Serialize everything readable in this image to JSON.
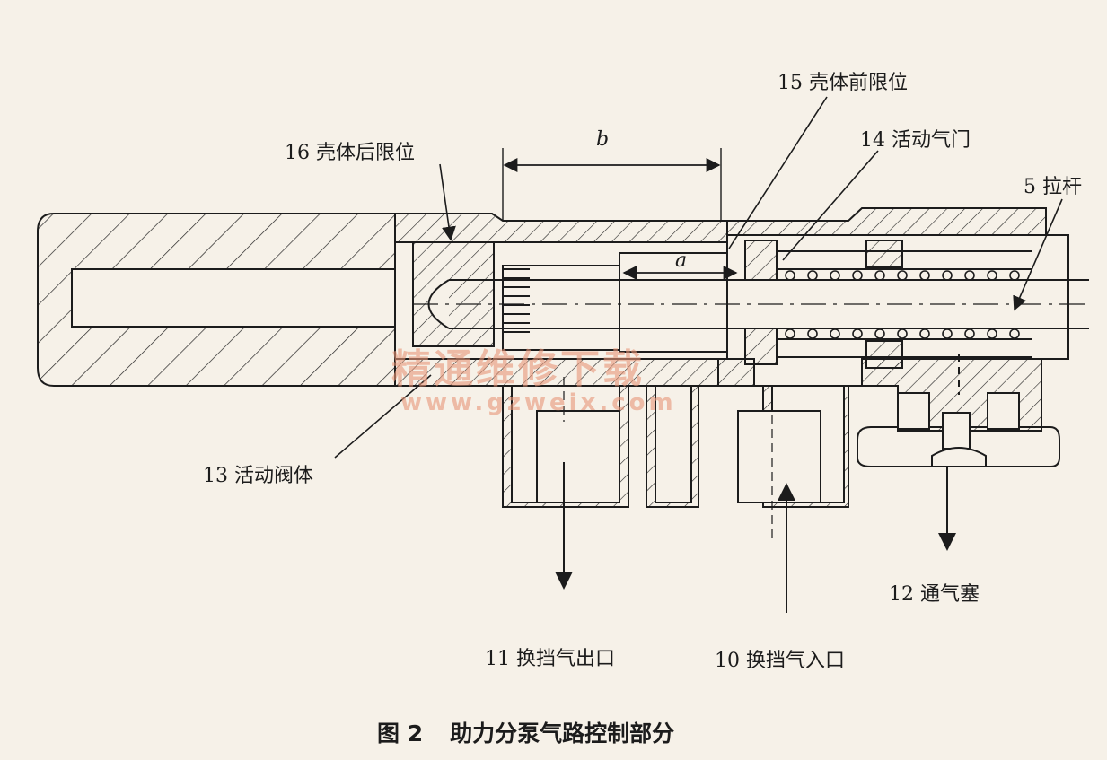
{
  "labels": {
    "front_limit": "15 壳体前限位",
    "rear_limit": "16 壳体后限位",
    "movable_valve": "14 活动气门",
    "pull_rod": "5 拉杆",
    "movable_valve_body": "13 活动阀体",
    "vent_plug": "12 通气塞",
    "shift_air_outlet": "11 换挡气出口",
    "shift_air_inlet": "10 换挡气入口"
  },
  "dimensions": {
    "a": "a",
    "b": "b"
  },
  "caption": {
    "number": "图 2",
    "title": "助力分泵气路控制部分"
  },
  "watermark": {
    "text": "精通维修下载",
    "url": "www.gzweix.com"
  },
  "colors": {
    "ink": "#1c1c1c",
    "paper": "#f6f1e8",
    "watermark": "#e89678"
  }
}
